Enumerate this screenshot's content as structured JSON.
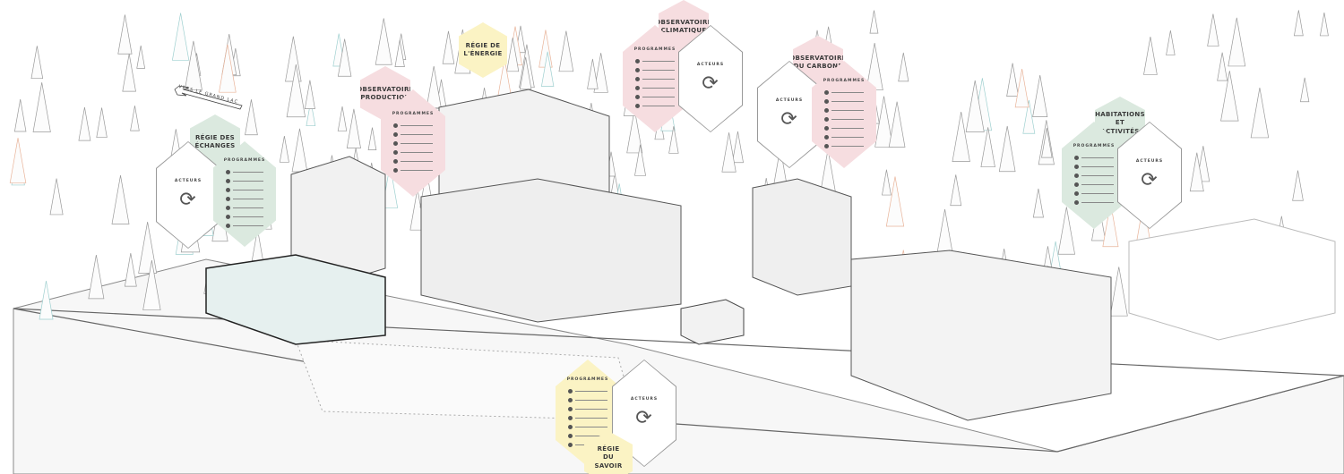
{
  "arrow_label": "Vers le grand lac",
  "headings": {
    "programmes": "Programmes",
    "acteurs": "Acteurs"
  },
  "zones": [
    {
      "title": "Régie des échanges",
      "color": "#dbe9df"
    },
    {
      "title": "Observatoire production",
      "color": "#f6dde0"
    },
    {
      "title": "Régie de l'énergie",
      "color": "#fbf3c4"
    },
    {
      "title": "Observatoire climatique",
      "color": "#f6dde0"
    },
    {
      "title": "Observatoire du carbone",
      "color": "#f6dde0"
    },
    {
      "title": "Habitations et activités",
      "color": "#dbe9df"
    },
    {
      "title": "Régie du savoir",
      "color": "#fbf3c4"
    }
  ],
  "colors": {
    "line": "#555555",
    "tree": "#9a9a9a",
    "tree_accent_blue": "#9fd0d0",
    "tree_accent_orange": "#e9b49a",
    "glass": "#cfe4e3"
  }
}
